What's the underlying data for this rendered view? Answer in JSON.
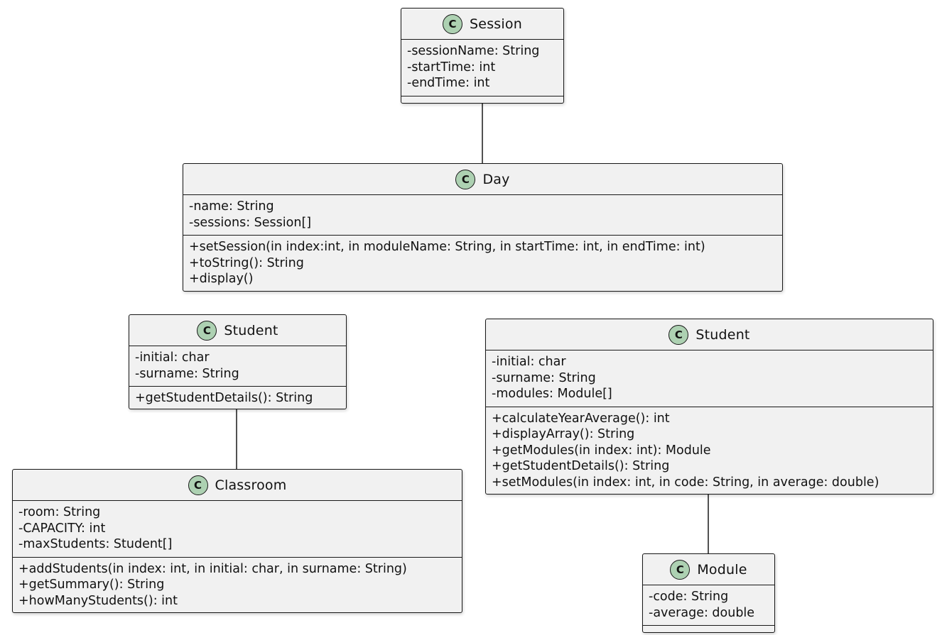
{
  "diagram": {
    "classes": {
      "session": {
        "badge": "C",
        "name": "Session",
        "attributes": [
          "-sessionName: String",
          "-startTime: int",
          "-endTime: int"
        ],
        "methods": []
      },
      "day": {
        "badge": "C",
        "name": "Day",
        "attributes": [
          "-name: String",
          "-sessions: Session[]"
        ],
        "methods": [
          "+setSession(in index:int, in moduleName: String, in startTime: int, in endTime: int)",
          "+toString(): String",
          "+display()"
        ]
      },
      "student_a": {
        "badge": "C",
        "name": "Student",
        "attributes": [
          "-initial: char",
          "-surname: String"
        ],
        "methods": [
          "+getStudentDetails(): String"
        ]
      },
      "classroom": {
        "badge": "C",
        "name": "Classroom",
        "attributes": [
          "-room: String",
          "-CAPACITY: int",
          "-maxStudents: Student[]"
        ],
        "methods": [
          "+addStudents(in index: int, in initial: char, in surname: String)",
          "+getSummary(): String",
          "+howManyStudents(): int"
        ]
      },
      "student_b": {
        "badge": "C",
        "name": "Student",
        "attributes": [
          "-initial: char",
          "-surname: String",
          "-modules: Module[]"
        ],
        "methods": [
          "+calculateYearAverage(): int",
          "+displayArray(): String",
          "+getModules(in index: int): Module",
          "+getStudentDetails(): String",
          "+setModules(in index: int, in code: String, in average: double)"
        ]
      },
      "module": {
        "badge": "C",
        "name": "Module",
        "attributes": [
          "-code: String",
          "-average: double"
        ],
        "methods": []
      }
    },
    "colors": {
      "box_fill": "#f1f1f1",
      "badge_fill": "#add1b2",
      "border": "#181818"
    }
  }
}
